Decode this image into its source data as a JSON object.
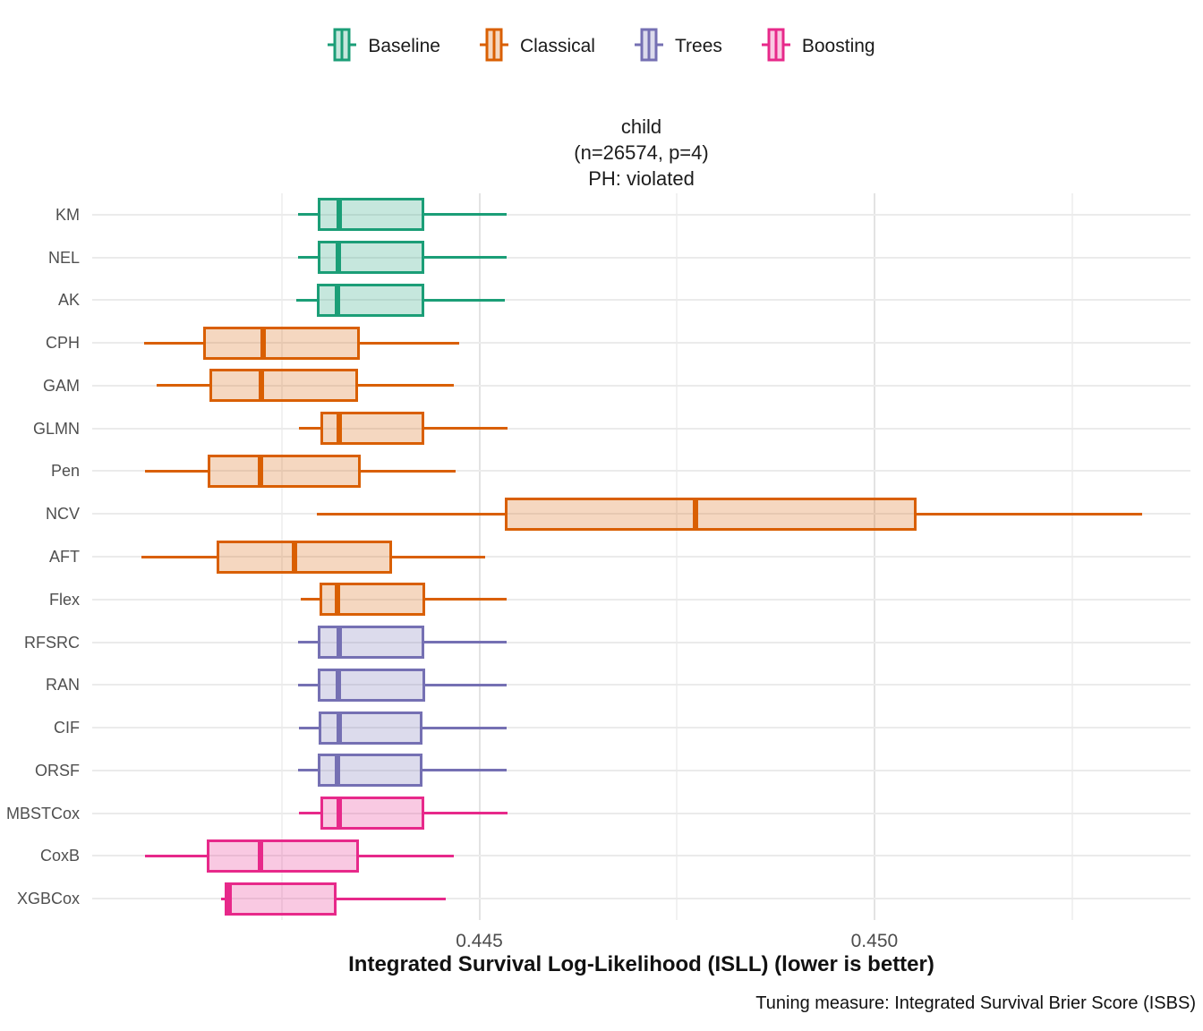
{
  "legend": {
    "items": [
      {
        "label": "Baseline",
        "color": "#1B9E77"
      },
      {
        "label": "Classical",
        "color": "#D95F02"
      },
      {
        "label": "Trees",
        "color": "#7570B3"
      },
      {
        "label": "Boosting",
        "color": "#E7298A"
      }
    ]
  },
  "title": {
    "line1": "child",
    "line2": "(n=26574, p=4)",
    "line3": "PH: violated"
  },
  "axis": {
    "x_ticks": [
      {
        "value": 0.445,
        "label": "0.445"
      },
      {
        "value": 0.45,
        "label": "0.450"
      }
    ],
    "x_label": "Integrated Survival Log-Likelihood (ISLL) (lower is better)",
    "caption": "Tuning measure: Integrated Survival Brier Score (ISBS)"
  },
  "chart_data": {
    "type": "boxplot",
    "orientation": "horizontal",
    "title": "child (n=26574, p=4) PH: violated",
    "xlabel": "Integrated Survival Log-Likelihood (ISLL) (lower is better)",
    "caption": "Tuning measure: Integrated Survival Brier Score (ISBS)",
    "xlim": [
      0.4401,
      0.454
    ],
    "x_major_gridlines": [
      0.445,
      0.45
    ],
    "x_minor_gridlines": [
      0.4425,
      0.4475,
      0.4525
    ],
    "grid": true,
    "legend_position": "top",
    "fill_alpha": 0.25,
    "groups": [
      {
        "name": "Baseline",
        "color": "#1B9E77"
      },
      {
        "name": "Classical",
        "color": "#D95F02"
      },
      {
        "name": "Trees",
        "color": "#7570B3"
      },
      {
        "name": "Boosting",
        "color": "#E7298A"
      }
    ],
    "rows": [
      {
        "model": "KM",
        "group": "Baseline",
        "whisker_low": 0.4427,
        "q1": 0.44296,
        "median": 0.44323,
        "q3": 0.4443,
        "whisker_high": 0.44534
      },
      {
        "model": "NEL",
        "group": "Baseline",
        "whisker_low": 0.4427,
        "q1": 0.44296,
        "median": 0.44322,
        "q3": 0.4443,
        "whisker_high": 0.44534
      },
      {
        "model": "AK",
        "group": "Baseline",
        "whisker_low": 0.44268,
        "q1": 0.44294,
        "median": 0.4432,
        "q3": 0.4443,
        "whisker_high": 0.44532
      },
      {
        "model": "CPH",
        "group": "Classical",
        "whisker_low": 0.44076,
        "q1": 0.4415,
        "median": 0.44226,
        "q3": 0.44349,
        "whisker_high": 0.44475
      },
      {
        "model": "GAM",
        "group": "Classical",
        "whisker_low": 0.44092,
        "q1": 0.44158,
        "median": 0.44224,
        "q3": 0.44347,
        "whisker_high": 0.44468
      },
      {
        "model": "GLMN",
        "group": "Classical",
        "whisker_low": 0.44272,
        "q1": 0.44299,
        "median": 0.44323,
        "q3": 0.4443,
        "whisker_high": 0.44536
      },
      {
        "model": "Pen",
        "group": "Classical",
        "whisker_low": 0.44077,
        "q1": 0.44156,
        "median": 0.44223,
        "q3": 0.4435,
        "whisker_high": 0.4447
      },
      {
        "model": "NCV",
        "group": "Classical",
        "whisker_low": 0.44294,
        "q1": 0.44532,
        "median": 0.44774,
        "q3": 0.45053,
        "whisker_high": 0.45339
      },
      {
        "model": "AFT",
        "group": "Classical",
        "whisker_low": 0.44072,
        "q1": 0.44167,
        "median": 0.44266,
        "q3": 0.44389,
        "whisker_high": 0.44507
      },
      {
        "model": "Flex",
        "group": "Classical",
        "whisker_low": 0.44274,
        "q1": 0.44298,
        "median": 0.4432,
        "q3": 0.44431,
        "whisker_high": 0.44535
      },
      {
        "model": "RFSRC",
        "group": "Trees",
        "whisker_low": 0.4427,
        "q1": 0.44296,
        "median": 0.44323,
        "q3": 0.4443,
        "whisker_high": 0.44535
      },
      {
        "model": "RAN",
        "group": "Trees",
        "whisker_low": 0.4427,
        "q1": 0.44296,
        "median": 0.44322,
        "q3": 0.44431,
        "whisker_high": 0.44534
      },
      {
        "model": "CIF",
        "group": "Trees",
        "whisker_low": 0.44272,
        "q1": 0.44297,
        "median": 0.44323,
        "q3": 0.44428,
        "whisker_high": 0.44534
      },
      {
        "model": "ORSF",
        "group": "Trees",
        "whisker_low": 0.4427,
        "q1": 0.44296,
        "median": 0.4432,
        "q3": 0.44428,
        "whisker_high": 0.44534
      },
      {
        "model": "MBSTCox",
        "group": "Boosting",
        "whisker_low": 0.44272,
        "q1": 0.44299,
        "median": 0.44323,
        "q3": 0.4443,
        "whisker_high": 0.44536
      },
      {
        "model": "CoxB",
        "group": "Boosting",
        "whisker_low": 0.44077,
        "q1": 0.44155,
        "median": 0.44223,
        "q3": 0.44348,
        "whisker_high": 0.44468
      },
      {
        "model": "XGBCox",
        "group": "Boosting",
        "whisker_low": 0.44173,
        "q1": 0.44178,
        "median": 0.44183,
        "q3": 0.44319,
        "whisker_high": 0.44457
      }
    ]
  }
}
